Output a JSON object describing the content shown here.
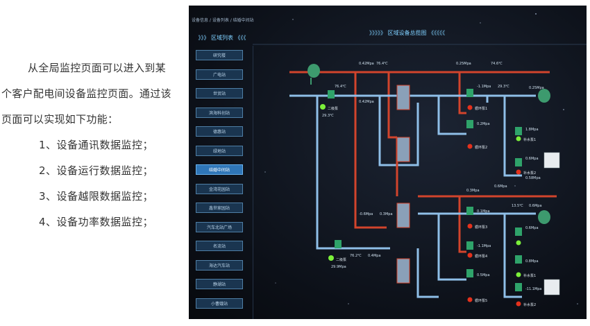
{
  "document": {
    "intro": "从全局监控页面可以进入到某个客户配电间设备监控页面。通过该页面可以实现如下功能：",
    "functions": [
      "1、设备通讯数据监控；",
      "2、设备运行数据监控；",
      "3、设备越限数据监控；",
      "4、设备功率数据监控；"
    ]
  },
  "screenshot": {
    "breadcrumb": "设备信息 / 设备列表 / 结婚中间站",
    "sidebar_title": "》》》  区域列表  《《《",
    "main_title": "》》》》》  区域设备总揽图  《《《《《",
    "sidebar_items": [
      {
        "label": "研究楼"
      },
      {
        "label": "广电站"
      },
      {
        "label": "世贸站"
      },
      {
        "label": "滨海科创站"
      },
      {
        "label": "德惠站"
      },
      {
        "label": "绿地站"
      },
      {
        "label": "结婚中间站",
        "active": true
      },
      {
        "label": "金湾花园站"
      },
      {
        "label": "鑫世家园站"
      },
      {
        "label": "汽车北站广场"
      },
      {
        "label": "名流站"
      },
      {
        "label": "海达汽车站"
      },
      {
        "label": "静湖站"
      },
      {
        "label": "小曹娥站"
      }
    ],
    "diagram": {
      "labels": {
        "room1": "二级泵",
        "room2": "二级泵",
        "pump1": "循环泵1",
        "pump2": "循环泵2",
        "pump3": "循环泵3",
        "pump4": "循环泵4",
        "pump5": "循环泵5",
        "makeup1": "补水泵1",
        "makeup2": "补水泵2",
        "makeup3": "补水泵1",
        "makeup4": "补水泵2",
        "v1": "0.42Mpa",
        "v2": "76.4℃",
        "v3": "0.25Mpa",
        "v4": "74.6℃",
        "v5": "76.4℃",
        "v6": "0.42Mpa",
        "v7": "0.25Mpa",
        "v8": "29.3℃",
        "v9": "-1.1Mpa",
        "v10": "29.3℃",
        "v11": "0.2Mpa",
        "v12": "1.8Mpa",
        "v13": "0.6Mpa",
        "v14": "0.58Mpa",
        "v15": "0.6Mpa",
        "v16": "0.3Mpa",
        "v17": "13.5℃",
        "v18": "0.6Mpa",
        "v19": "-0.6Mpa",
        "v20": "0.3Mpa",
        "v21": "0.1Mpa",
        "v22": "-1.1Mpa",
        "v23": "76.2℃",
        "v24": "0.4Mpa",
        "v25": "29.9Mpa",
        "v26": "0.6Mpa",
        "v27": "0.8Mpa",
        "v28": "-11.1Mpa",
        "v29": "0.5Mpa"
      }
    }
  }
}
